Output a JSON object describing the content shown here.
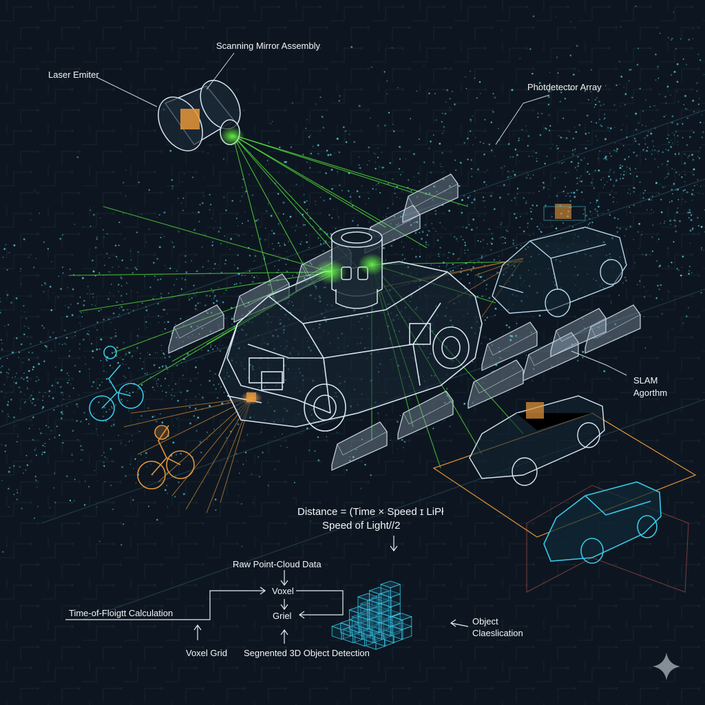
{
  "labels": {
    "scanning_mirror": "Scanning Mirror Assembly",
    "laser_emitter": "Laser Emiter",
    "photodetector": "Photdetector Array",
    "slam_line1": "SLAM",
    "slam_line2": "Agorthm",
    "formula_line1": "Distance = (Time × Speed ɪ LiPł",
    "formula_line2": "Speed of Light//2",
    "raw_point_cloud": "Raw Point-Cloud Data",
    "voxel": "Voxel",
    "grid": "Griel",
    "tof_calc": "Time-of-Floigtt Calculation",
    "voxel_grid": "Voxel Grid",
    "segmented": "Segnented 3D Object Detection",
    "object_line1": "Object",
    "object_line2": "Claeslication"
  },
  "icons": [
    "laser-emitter-icon",
    "lidar-sensor-icon",
    "sparkle-icon"
  ],
  "colors": {
    "background": "#0d1620",
    "point_cloud": "#5fd3e6",
    "laser_beam": "#5bf23a",
    "wireframe": "#d8e6f2",
    "orange_highlight": "#e8973a",
    "cyan_highlight": "#38c9ea",
    "label_text": "#f2f5f8"
  }
}
